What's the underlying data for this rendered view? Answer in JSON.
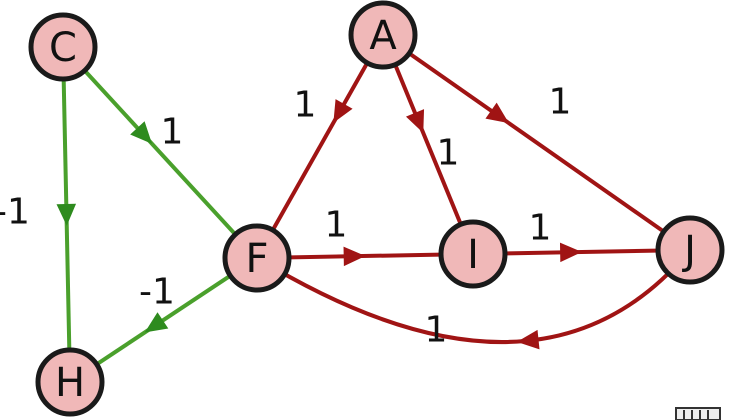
{
  "colors": {
    "node_fill": "#f0b8b8",
    "node_stroke": "#1a1a1a",
    "green_edge": "#4aa02c",
    "green_arrow": "#2e8b1e",
    "red_edge": "#a01414",
    "red_arrow": "#a01414"
  },
  "nodes": [
    {
      "id": "C",
      "label": "C"
    },
    {
      "id": "A",
      "label": "A"
    },
    {
      "id": "F",
      "label": "F"
    },
    {
      "id": "I",
      "label": "I"
    },
    {
      "id": "J",
      "label": "J"
    },
    {
      "id": "H",
      "label": "H"
    }
  ],
  "edges": [
    {
      "from": "C",
      "to": "H",
      "weight": "-1",
      "color": "green"
    },
    {
      "from": "C",
      "to": "F",
      "weight": "1",
      "color": "green"
    },
    {
      "from": "F",
      "to": "H",
      "weight": "-1",
      "color": "green"
    },
    {
      "from": "A",
      "to": "F",
      "weight": "1",
      "color": "red"
    },
    {
      "from": "A",
      "to": "I",
      "weight": "1",
      "color": "red"
    },
    {
      "from": "A",
      "to": "J",
      "weight": "1",
      "color": "red"
    },
    {
      "from": "F",
      "to": "I",
      "weight": "1",
      "color": "red"
    },
    {
      "from": "I",
      "to": "J",
      "weight": "1",
      "color": "red"
    },
    {
      "from": "J",
      "to": "F",
      "weight": "1",
      "color": "red"
    }
  ]
}
